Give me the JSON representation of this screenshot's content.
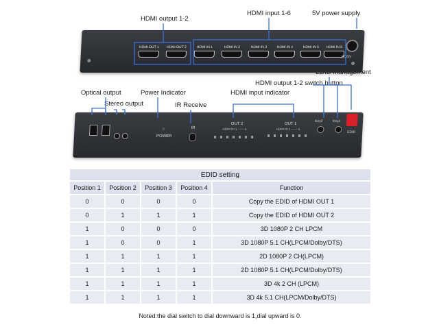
{
  "labels": {
    "hdmi_output": "HDMI output 1-2",
    "hdmi_input": "HDMI input 1-6",
    "power_supply": "5V power supply",
    "edid_management": "EDID management",
    "optical_output": "Optical output",
    "power_indicator": "Power Indicator",
    "switch_button": "HDMI output 1-2 switch button",
    "stereo_output": "Stereo output",
    "ir_receive": "IR Receive",
    "input_indicator": "HDMI input indicator"
  },
  "back_panel": {
    "ports": [
      "HDMI OUT 1",
      "HDMI OUT 2",
      "HDMI IN 1",
      "HDMI IN 2",
      "HDMI IN 3",
      "HDMI IN 4",
      "HDMI IN 5",
      "HDMI IN 6"
    ],
    "dc_label": "DC/5V"
  },
  "front_panel": {
    "power_label": "POWER",
    "ir_label": "IR",
    "out2_label": "OUT 2",
    "out1_label": "OUT 1",
    "out_sub": "HDMI IN 1 —— 6",
    "key2": "Key2",
    "key1": "Key1",
    "edid_label": "EDID"
  },
  "table": {
    "title": "EDID setting",
    "headers": [
      "Position 1",
      "Position 2",
      "Position 3",
      "Position 4",
      "Function"
    ],
    "rows": [
      [
        "0",
        "0",
        "0",
        "0",
        "Copy the EDID of HDMI OUT 1"
      ],
      [
        "0",
        "1",
        "1",
        "1",
        "Copy the EDID of HDMI OUT 2"
      ],
      [
        "1",
        "0",
        "0",
        "0",
        "3D 1080P 2 CH LPCM"
      ],
      [
        "1",
        "0",
        "0",
        "1",
        "3D 1080P 5.1 CH(LPCM/Dolby/DTS)"
      ],
      [
        "1",
        "1",
        "1",
        "1",
        "2D 1080P 2 CH(LPCM)"
      ],
      [
        "1",
        "1",
        "1",
        "1",
        "2D 1080P 5.1 CH(LPCM/Dolby/DTS)"
      ],
      [
        "1",
        "1",
        "1",
        "1",
        "3D 4k 2 CH (LPCM)"
      ],
      [
        "1",
        "1",
        "1",
        "1",
        "3D 4k 5.1 CH(LPCM/Dolby/DTS)"
      ]
    ],
    "note": "Noted:the dial switch to dial downward is 1,dial upward is 0."
  }
}
